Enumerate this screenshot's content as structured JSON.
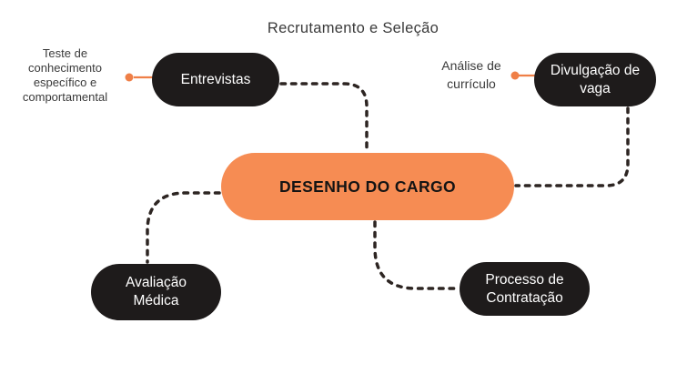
{
  "title": "Recrutamento e Seleção",
  "center_node": {
    "label": "DESENHO DO CARGO"
  },
  "nodes": [
    {
      "id": "entrevistas",
      "label": "Entrevistas"
    },
    {
      "id": "divulgacao-de-vaga",
      "label": "Divulgação de vaga"
    },
    {
      "id": "avaliacao-medica",
      "label": "Avaliação Médica"
    },
    {
      "id": "processo-de-contratacao",
      "label": "Processo de Contratação"
    }
  ],
  "annotations": [
    {
      "id": "teste-conhecimento",
      "text": "Teste de conhecimento específico e comportamental",
      "attached_to": "Entrevistas"
    },
    {
      "id": "analise-curriculo",
      "text": "Análise de currículo",
      "attached_to": "Divulgação de vaga"
    }
  ],
  "colors": {
    "background": "#ffffff",
    "center_node_fill": "#f68c53",
    "black_node_fill": "#1e1b1b",
    "node_text_light": "#ffffff",
    "center_node_text": "#141414",
    "dotted_connector": "#2d2522",
    "annotation_connector": "#ef7f47",
    "body_text": "#3a3a3a"
  }
}
